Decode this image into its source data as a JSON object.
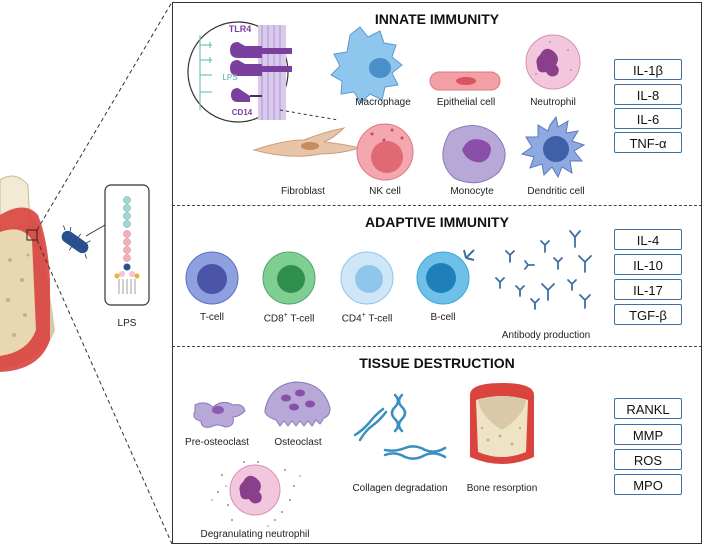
{
  "innate": {
    "title": "INNATE IMMUNITY",
    "inset": {
      "tlr4": "TLR4",
      "lps": "LPS",
      "cd14": "CD14"
    },
    "cells": {
      "macrophage": "Macrophage",
      "epithelial": "Epithelial cell",
      "neutrophil": "Neutrophil",
      "fibroblast": "Fibroblast",
      "nk": "NK cell",
      "monocyte": "Monocyte",
      "dendritic": "Dendritic cell"
    },
    "cytokines": [
      "IL-1β",
      "IL-8",
      "IL-6",
      "TNF-α"
    ]
  },
  "adaptive": {
    "title": "ADAPTIVE IMMUNITY",
    "cells": {
      "tcell": "T-cell",
      "cd8": "CD8",
      "cd4": "CD4",
      "sup": "+",
      "tsuffix": " T-cell",
      "bcell": "B-cell",
      "antibody": "Antibody production"
    },
    "cytokines": [
      "IL-4",
      "IL-10",
      "IL-17",
      "TGF-β"
    ]
  },
  "tissue": {
    "title": "TISSUE DESTRUCTION",
    "items": {
      "preosteoclast": "Pre-osteoclast",
      "osteoclast": "Osteoclast",
      "collagen": "Collagen degradation",
      "bone": "Bone resorption",
      "degranulating": "Degranulating neutrophil"
    },
    "markers": [
      "RANKL",
      "MMP",
      "ROS",
      "MPO"
    ]
  },
  "lps_label": "LPS",
  "colors": {
    "blue_cell": "#6b7fc9",
    "green_cell": "#4fae6e",
    "light_blue_cell": "#8ec6ee",
    "teal_cell": "#3aa6d6",
    "pink_cell": "#e88aa0",
    "purple": "#8a5ab0",
    "gum": "#e04a4a",
    "box_border": "#3f6fa3"
  }
}
